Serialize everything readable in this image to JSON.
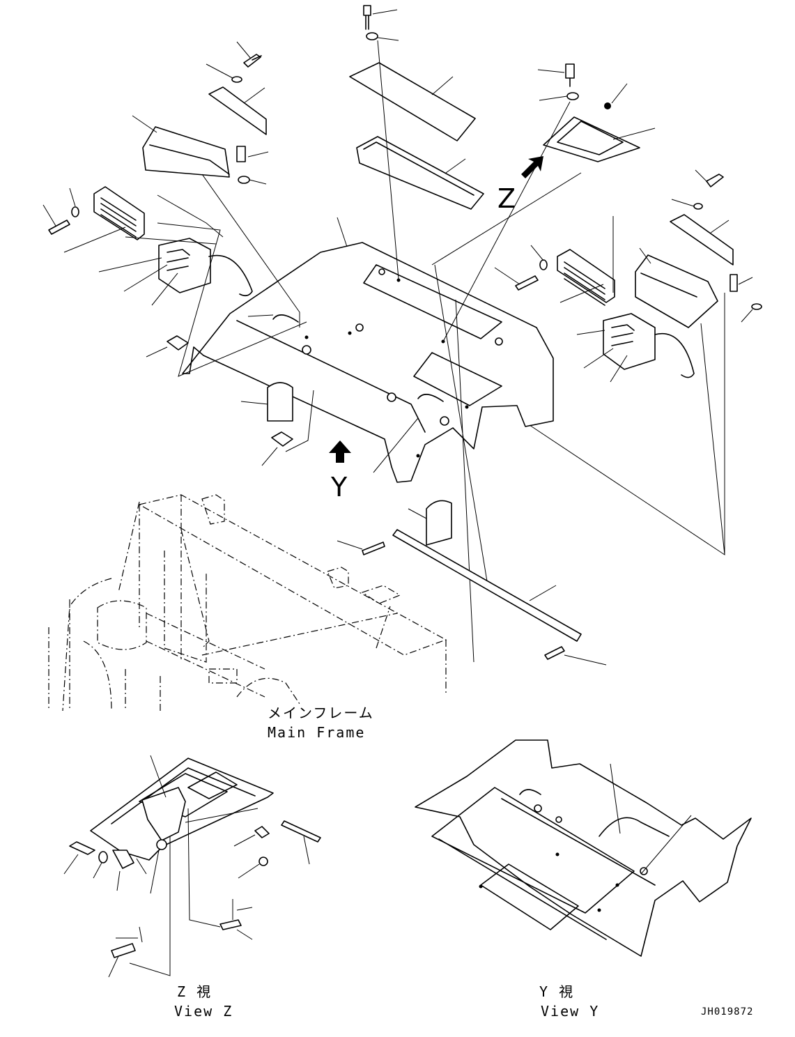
{
  "labels": {
    "main_frame_jp": "メインフレーム",
    "main_frame_en": "Main Frame",
    "view_z_jp": "Z 視",
    "view_z_en": "View Z",
    "view_y_jp": "Y 視",
    "view_y_en": "View Y",
    "arrow_z": "Z",
    "arrow_y": "Y",
    "drawing_code": "JH019872"
  },
  "icons": {
    "arrow_z": "view-direction-arrow-icon",
    "arrow_y": "view-direction-arrow-icon"
  }
}
